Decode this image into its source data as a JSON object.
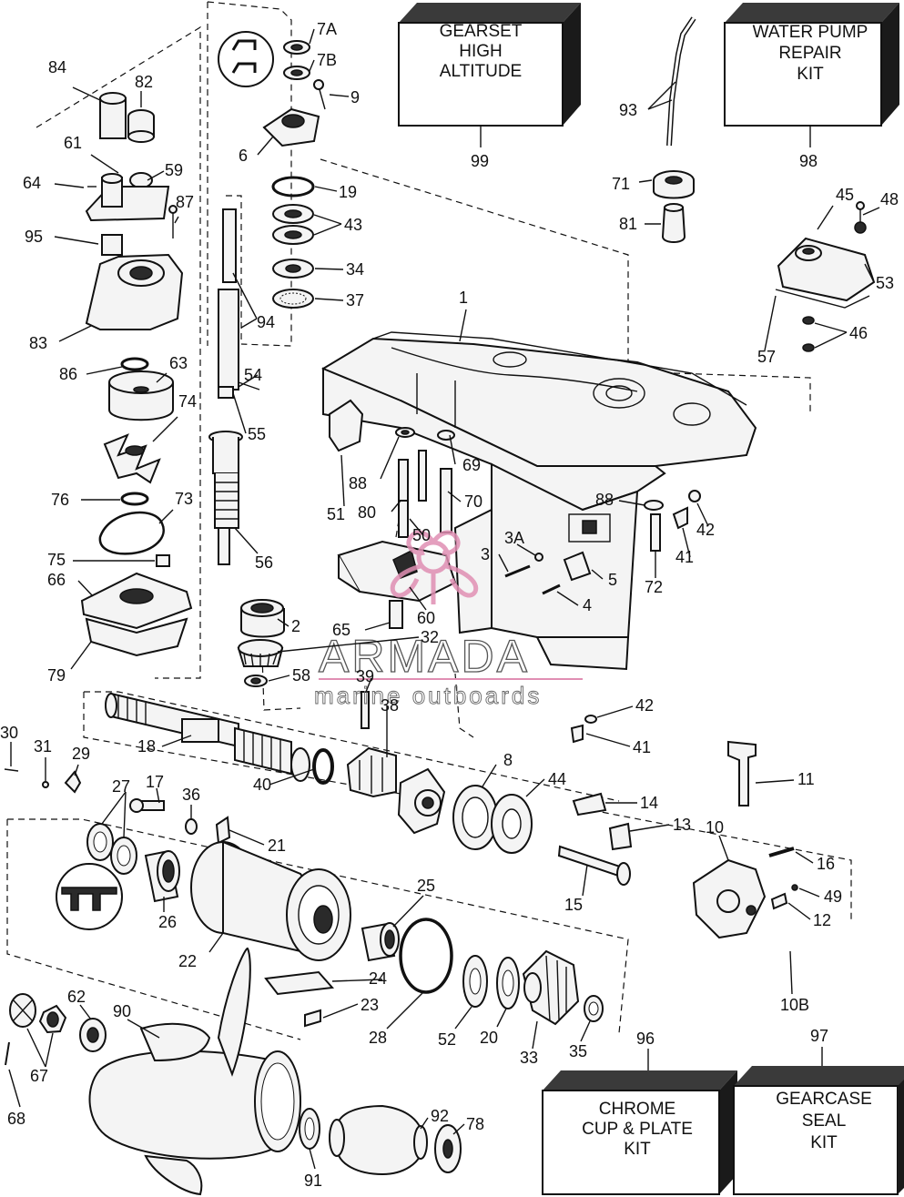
{
  "kits": {
    "gearset": [
      "GEARSET",
      "HIGH",
      "ALTITUDE"
    ],
    "water_pump": [
      "WATER PUMP",
      "REPAIR",
      "KIT"
    ],
    "chrome_cup": [
      "CHROME",
      "CUP & PLATE",
      "KIT"
    ],
    "gearcase_seal": [
      "GEARCASE",
      "SEAL",
      "KIT"
    ]
  },
  "kit_numbers": {
    "gearset": "99",
    "water_pump": "98",
    "chrome_cup": "96",
    "gearcase_seal": "97"
  },
  "watermark": {
    "brand": "ARMADA",
    "tagline": "marine outboards",
    "logo_color": "#e08fb3"
  },
  "part_labels": [
    "7A",
    "7B",
    "9",
    "6",
    "19",
    "43",
    "34",
    "37",
    "94",
    "54",
    "55",
    "56",
    "2",
    "65",
    "32",
    "58",
    "60",
    "84",
    "82",
    "61",
    "59",
    "64",
    "87",
    "95",
    "83",
    "86",
    "63",
    "74",
    "76",
    "73",
    "75",
    "66",
    "79",
    "93",
    "71",
    "81",
    "45",
    "48",
    "53",
    "46",
    "57",
    "1",
    "88",
    "69",
    "51",
    "80",
    "70",
    "50",
    "3A",
    "3",
    "5",
    "4",
    "88",
    "42",
    "41",
    "72",
    "39",
    "38",
    "8",
    "44",
    "42",
    "41",
    "11",
    "18",
    "40",
    "30",
    "31",
    "29",
    "17",
    "36",
    "27",
    "21",
    "14",
    "13",
    "10",
    "16",
    "49",
    "12",
    "15",
    "26",
    "22",
    "25",
    "24",
    "23",
    "28",
    "52",
    "20",
    "33",
    "35",
    "10B",
    "62",
    "90",
    "67",
    "68",
    "91",
    "92",
    "78"
  ]
}
